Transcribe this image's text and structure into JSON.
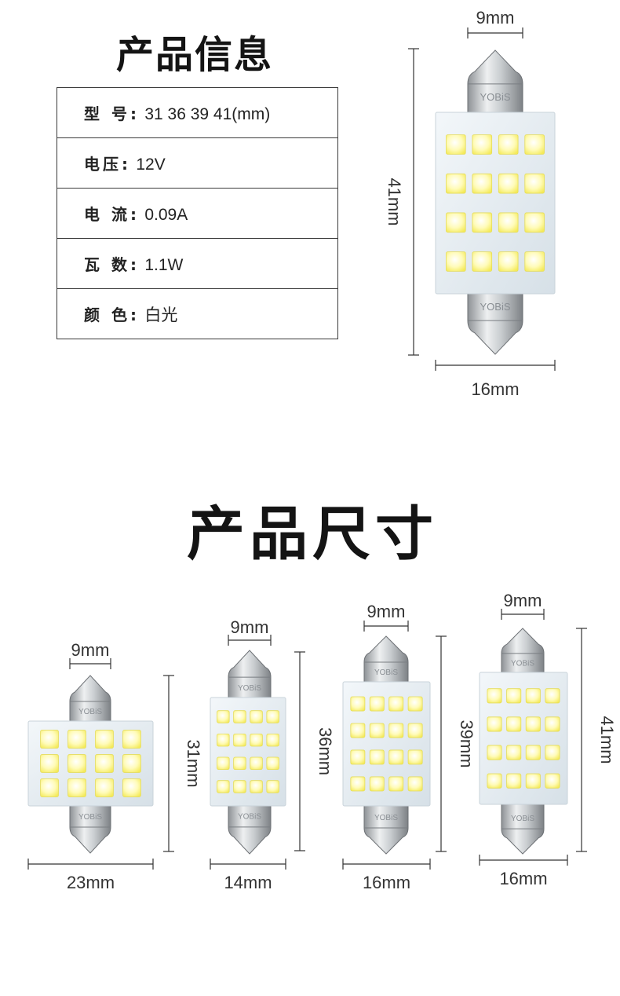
{
  "info": {
    "title": "产品信息",
    "rows": [
      {
        "label": "型 号:",
        "value": "31 36 39 41(mm)"
      },
      {
        "label": "电压:",
        "value": "12V"
      },
      {
        "label": "电 流:",
        "value": "0.09A"
      },
      {
        "label": "瓦 数:",
        "value": "1.1W"
      },
      {
        "label": "颜 色:",
        "value": "白光"
      }
    ]
  },
  "hero_bulb": {
    "brand": "YOBiS",
    "top_width": "9mm",
    "height": "41mm",
    "body_width": "16mm"
  },
  "size": {
    "title": "产品尺寸",
    "bulbs": [
      {
        "length": "31mm",
        "cap_width": "9mm",
        "body_width": "23mm",
        "brand": "YOBiS",
        "led_rows": 3,
        "led_cols": 4
      },
      {
        "length": "36mm",
        "cap_width": "9mm",
        "body_width": "14mm",
        "brand": "YOBiS",
        "led_rows": 4,
        "led_cols": 4
      },
      {
        "length": "39mm",
        "cap_width": "9mm",
        "body_width": "16mm",
        "brand": "YOBiS",
        "led_rows": 4,
        "led_cols": 4
      },
      {
        "length": "41mm",
        "cap_width": "9mm",
        "body_width": "16mm",
        "brand": "YOBiS",
        "led_rows": 4,
        "led_cols": 4
      }
    ]
  },
  "colors": {
    "led": "#fefe88",
    "board": "#e6eef4",
    "metal": "#c8cccf",
    "line": "#333333"
  }
}
